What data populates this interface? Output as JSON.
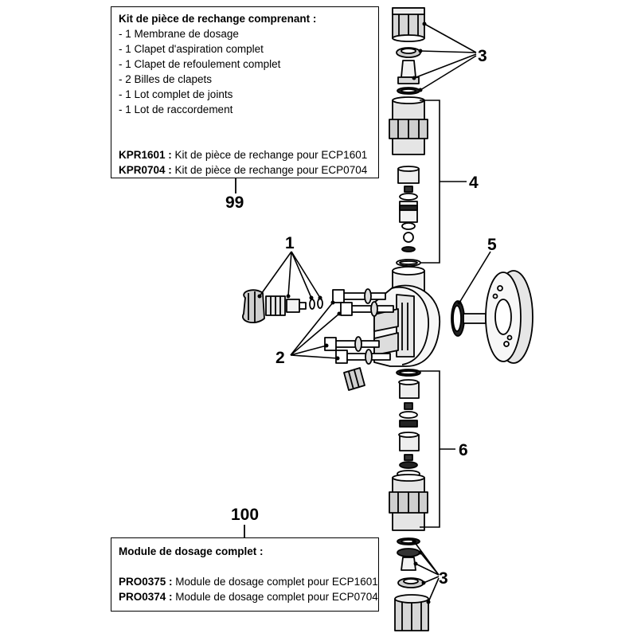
{
  "kit": {
    "heading": "Kit de pièce de rechange comprenant :",
    "items": [
      "- 1 Membrane de dosage",
      "- 1 Clapet d'aspiration complet",
      "- 1 Clapet de refoulement complet",
      "- 2 Billes de clapets",
      "- 1 Lot complet de joints",
      "- 1 Lot de raccordement"
    ],
    "refs": [
      {
        "code": "KPR1601 :",
        "desc": " Kit de pièce de rechange pour ECP1601"
      },
      {
        "code": "KPR0704 :",
        "desc": " Kit de pièce de rechange pour ECP0704"
      }
    ],
    "number": "99"
  },
  "module": {
    "heading": "Module de dosage complet :",
    "refs": [
      {
        "code": "PRO0375 :",
        "desc": " Module de dosage complet pour ECP1601"
      },
      {
        "code": "PRO0374 :",
        "desc": " Module de dosage complet pour ECP0704"
      }
    ],
    "number": "100"
  },
  "callouts": {
    "c1": "1",
    "c2": "2",
    "c3_top": "3",
    "c3_bottom": "3",
    "c4": "4",
    "c5": "5",
    "c6": "6"
  }
}
